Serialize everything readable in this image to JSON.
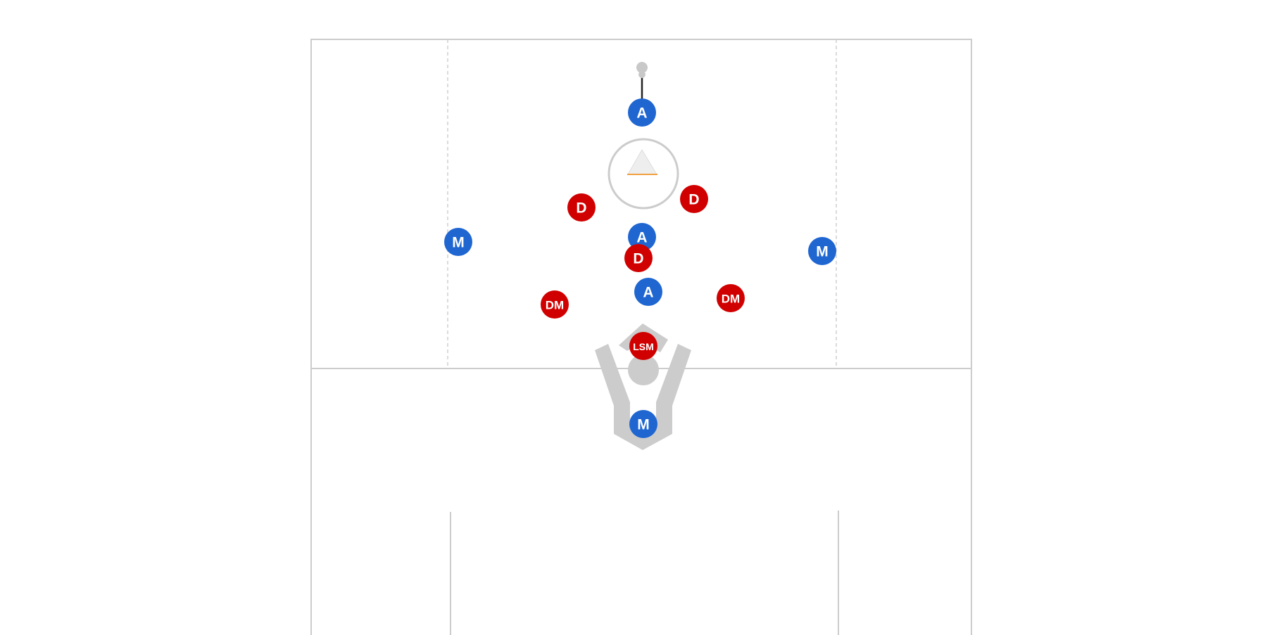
{
  "colors": {
    "offense": "#1f66d1",
    "defense": "#d10000",
    "field_line": "#cccccc",
    "dashed_line": "#cfcfcf",
    "crease": "#cccccc",
    "goal_fill": "#eeeeee",
    "goal_edge": "#f0a040",
    "midfield_marker": "#cccccc",
    "ball_stick": "#222222",
    "ball": "#c8c8c8"
  },
  "players": [
    {
      "id": "p1",
      "team": "offense",
      "label": "A"
    },
    {
      "id": "p2",
      "team": "offense",
      "label": "A"
    },
    {
      "id": "p3",
      "team": "offense",
      "label": "A"
    },
    {
      "id": "p4",
      "team": "offense",
      "label": "M"
    },
    {
      "id": "p5",
      "team": "offense",
      "label": "M"
    },
    {
      "id": "p6",
      "team": "offense",
      "label": "M"
    },
    {
      "id": "p7",
      "team": "defense",
      "label": "D"
    },
    {
      "id": "p8",
      "team": "defense",
      "label": "D"
    },
    {
      "id": "p9",
      "team": "defense",
      "label": "D"
    },
    {
      "id": "p10",
      "team": "defense",
      "label": "DM"
    },
    {
      "id": "p11",
      "team": "defense",
      "label": "DM"
    },
    {
      "id": "p12",
      "team": "defense",
      "label": "LSM"
    }
  ]
}
